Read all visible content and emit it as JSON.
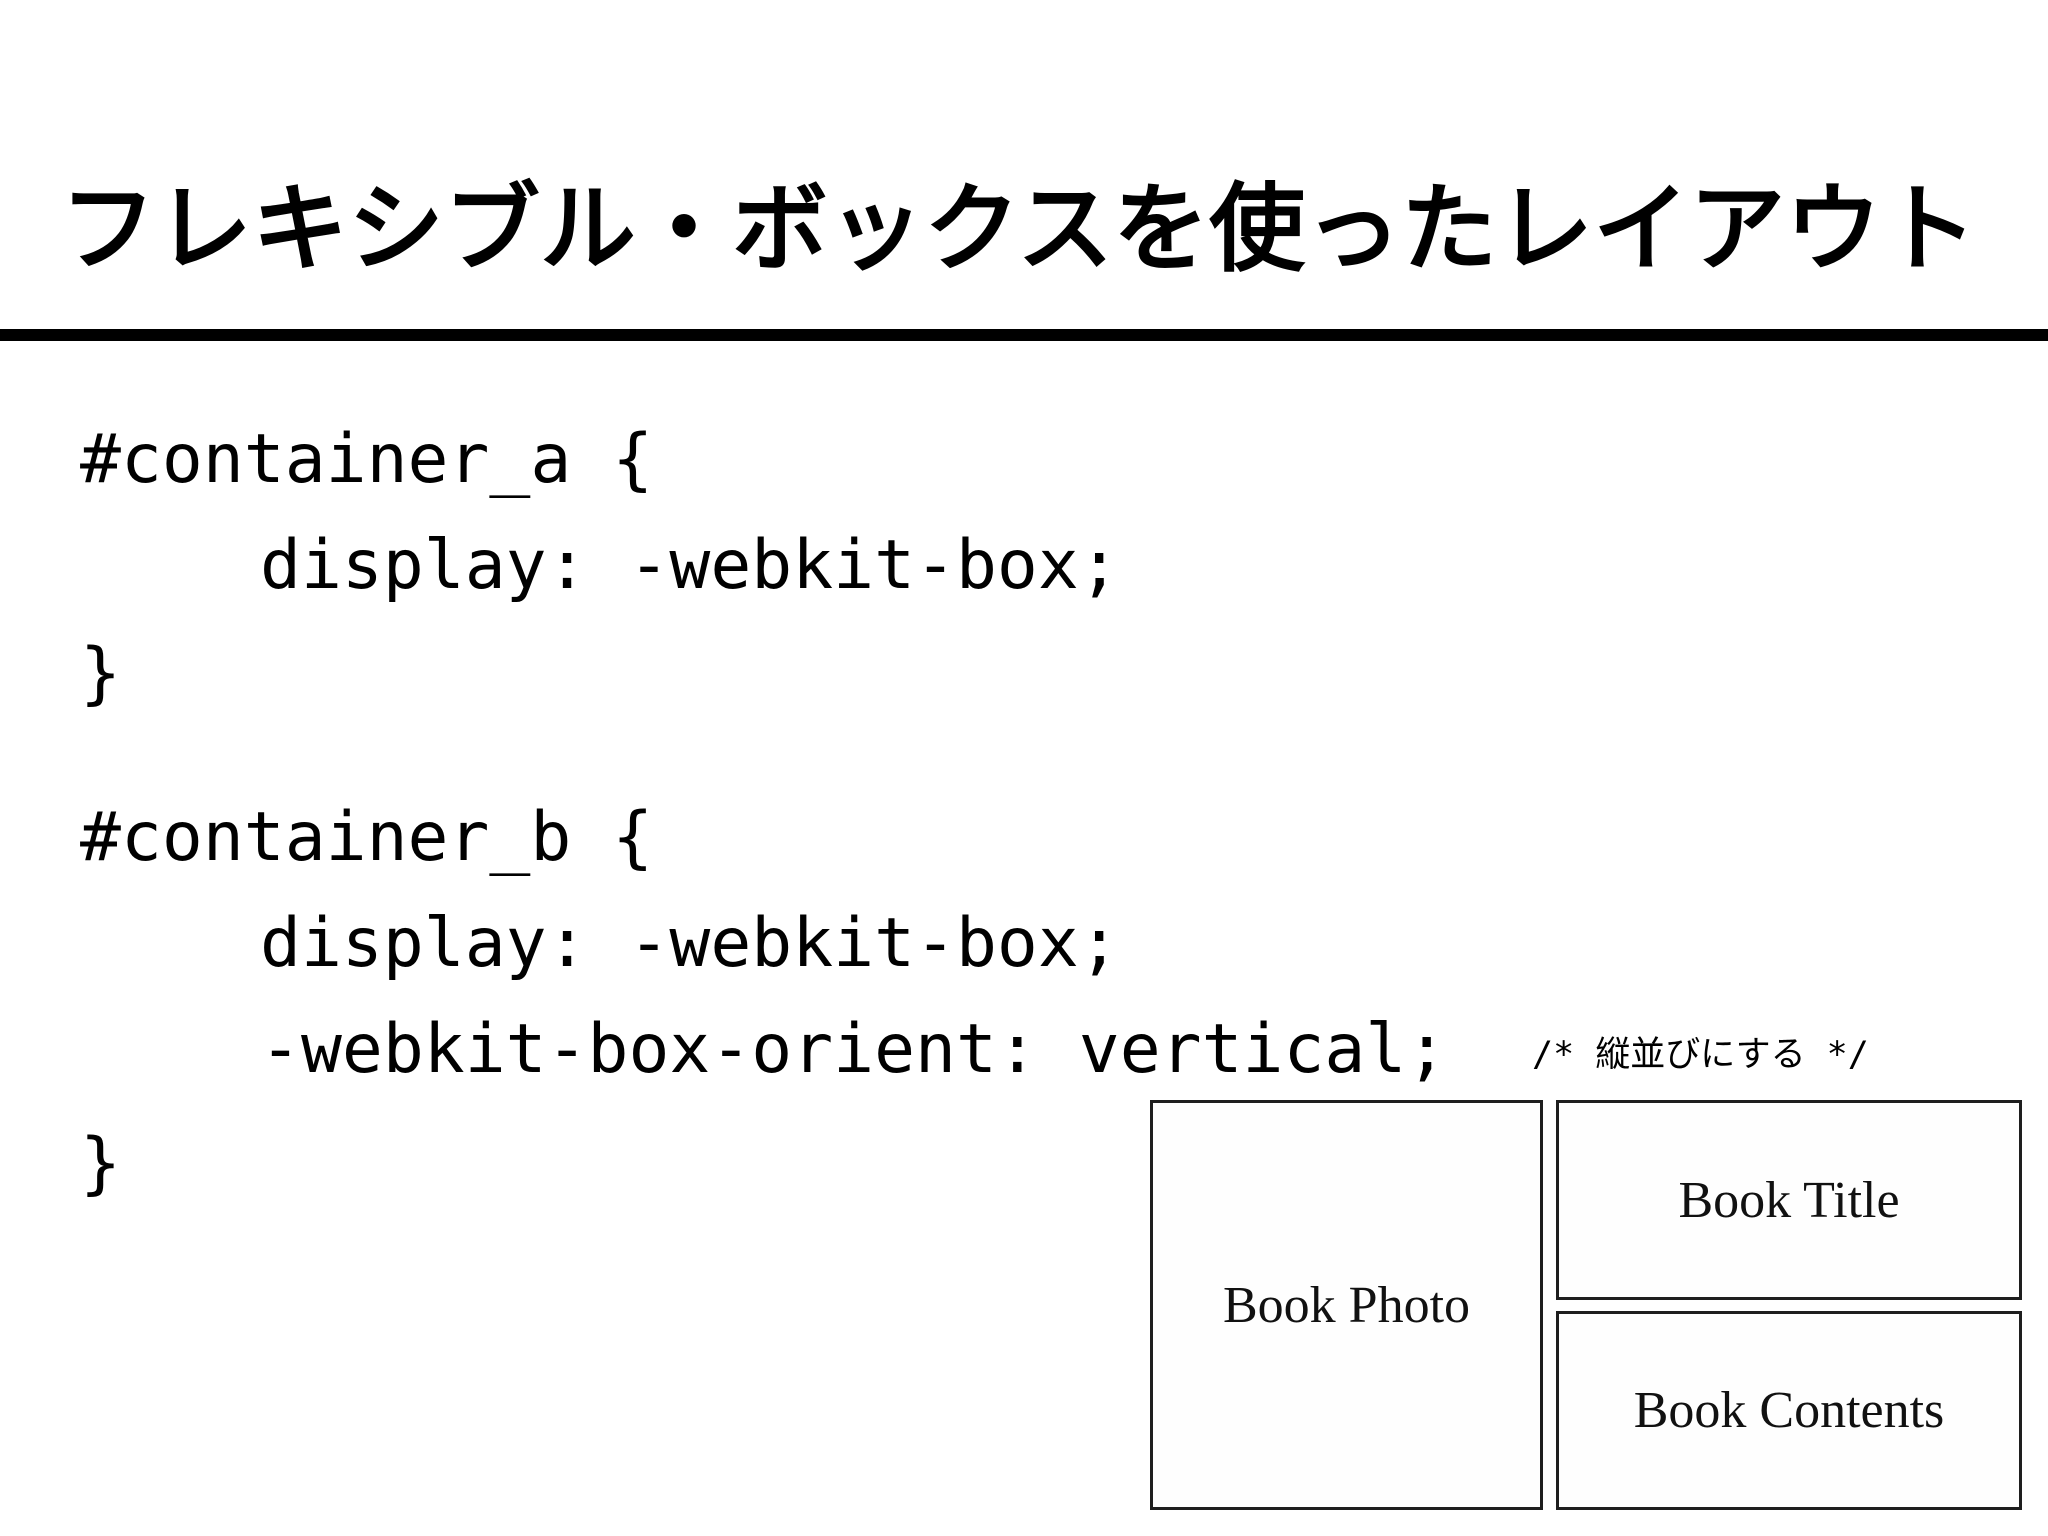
{
  "slide": {
    "title": "フレキシブル・ボックスを使ったレイアウト",
    "code": {
      "block_a": {
        "selector_line": "#container_a {",
        "property_line": "display: -webkit-box;",
        "close_line": "}"
      },
      "block_b": {
        "selector_line": "#container_b {",
        "property_line_1": "display: -webkit-box;",
        "property_line_2": "-webkit-box-orient: vertical;",
        "comment": "/* 縦並びにする */",
        "close_line": "}"
      }
    },
    "diagram": {
      "photo_label": "Book Photo",
      "title_label": "Book Title",
      "contents_label": "Book Contents"
    },
    "colors": {
      "background": "#ffffff",
      "text": "#000000",
      "divider": "#000000",
      "diagram_border": "#1e1e1e"
    }
  }
}
